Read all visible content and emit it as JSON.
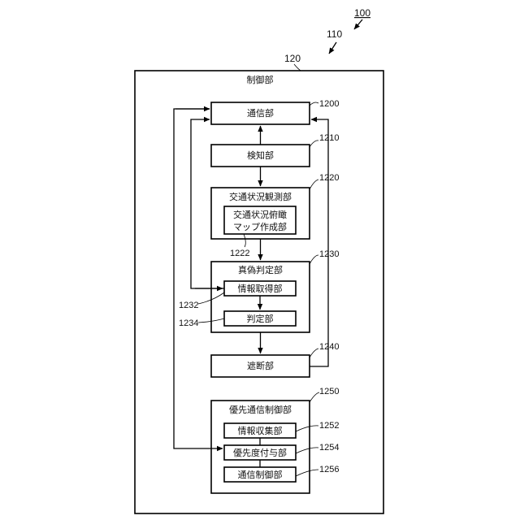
{
  "figure": {
    "system_ref": "100",
    "device_ref": "110",
    "controller_ref": "120",
    "controller_label": "制御部"
  },
  "blocks": {
    "communication": {
      "label": "通信部",
      "ref": "1200"
    },
    "detection": {
      "label": "検知部",
      "ref": "1210"
    },
    "traffic_observation": {
      "label": "交通状況観測部",
      "ref": "1220",
      "sub": {
        "label_line1": "交通状況俯瞰",
        "label_line2": "マップ作成部",
        "ref": "1222"
      }
    },
    "authenticity": {
      "label": "真偽判定部",
      "ref": "1230",
      "info_acquisition": {
        "label": "情報取得部",
        "ref": "1232"
      },
      "judgement": {
        "label": "判定部",
        "ref": "1234"
      }
    },
    "blocking": {
      "label": "遮断部",
      "ref": "1240"
    },
    "priority_comm_control": {
      "label": "優先通信制御部",
      "ref": "1250",
      "info_collection": {
        "label": "情報収集部",
        "ref": "1252"
      },
      "priority_assignment": {
        "label": "優先度付与部",
        "ref": "1254"
      },
      "comm_control": {
        "label": "通信制御部",
        "ref": "1256"
      }
    }
  }
}
